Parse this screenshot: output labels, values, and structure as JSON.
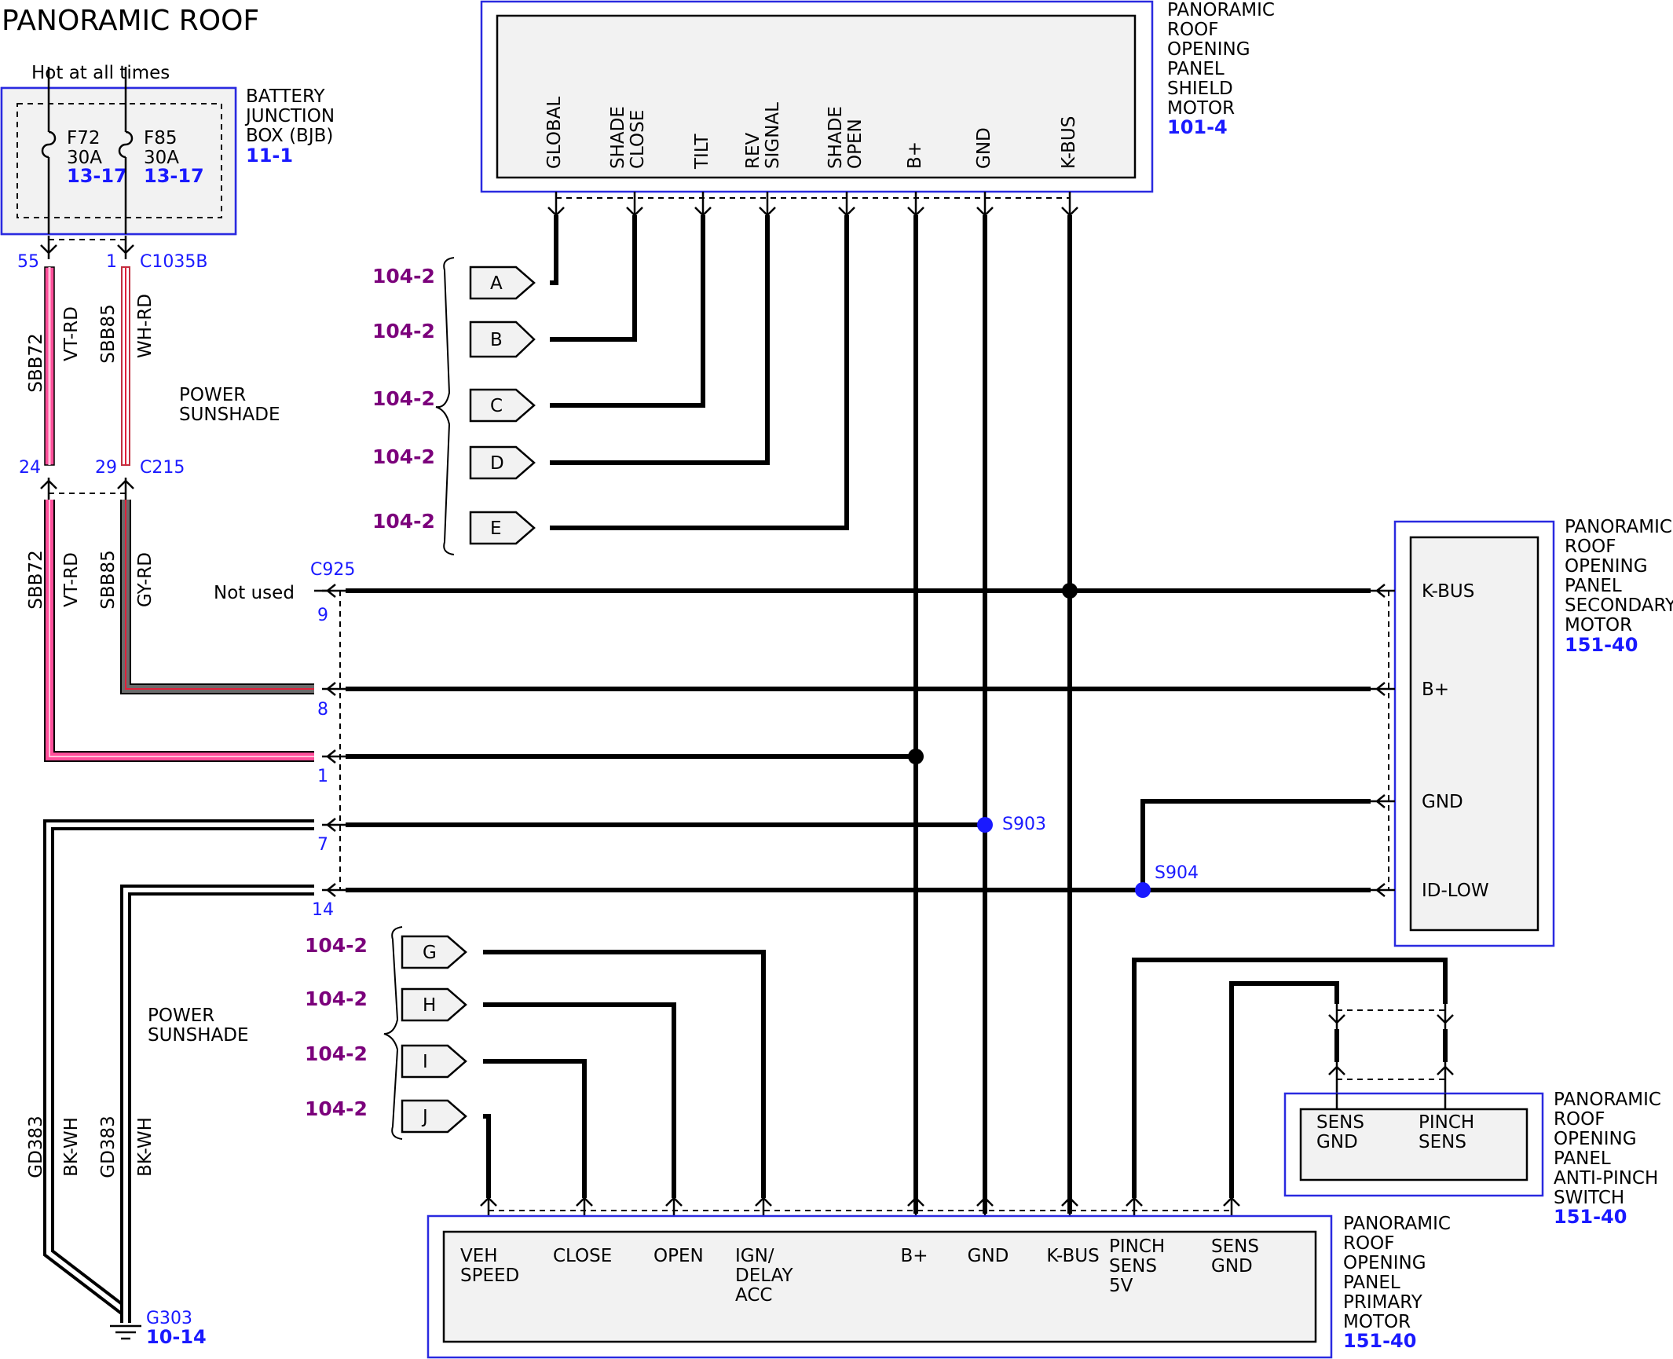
{
  "title": "PANORAMIC ROOF",
  "hot_label": "Hot at all times",
  "bjb": {
    "name_lines": [
      "BATTERY",
      "JUNCTION",
      "BOX (BJB)"
    ],
    "ref": "11-1",
    "fuses": [
      {
        "name": "F72",
        "amps": "30A",
        "ref": "13-17"
      },
      {
        "name": "F85",
        "amps": "30A",
        "ref": "13-17"
      }
    ]
  },
  "connectors": {
    "c1035b": {
      "name": "C1035B",
      "pins": [
        "55",
        "1"
      ]
    },
    "c215": {
      "name": "C215",
      "pins": [
        "24",
        "29"
      ]
    },
    "c925": {
      "name": "C925",
      "pins": [
        "9",
        "8",
        "1",
        "7",
        "14"
      ]
    }
  },
  "wires": {
    "upper": [
      {
        "circuit": "SBB72",
        "color": "VT-RD"
      },
      {
        "circuit": "SBB85",
        "color": "WH-RD"
      }
    ],
    "lower": [
      {
        "circuit": "SBB72",
        "color": "VT-RD"
      },
      {
        "circuit": "SBB85",
        "color": "GY-RD"
      }
    ],
    "ground": [
      {
        "circuit": "GD383",
        "color": "BK-WH"
      },
      {
        "circuit": "GD383",
        "color": "BK-WH"
      }
    ]
  },
  "power_sunshade_upper": [
    "POWER",
    "SUNSHADE"
  ],
  "power_sunshade_lower": [
    "POWER",
    "SUNSHADE"
  ],
  "not_used": "Not used",
  "shield_motor": {
    "name_lines": [
      "PANORAMIC",
      "ROOF",
      "OPENING",
      "PANEL",
      "SHIELD",
      "MOTOR"
    ],
    "ref": "101-4",
    "pins": [
      [
        "GLOBAL"
      ],
      [
        "SHADE",
        "CLOSE"
      ],
      [
        "TILT"
      ],
      [
        "REV",
        "SIGNAL"
      ],
      [
        "SHADE",
        "OPEN"
      ],
      [
        "B+"
      ],
      [
        "GND"
      ],
      [
        "K-BUS"
      ]
    ]
  },
  "secondary_motor": {
    "name_lines": [
      "PANORAMIC",
      "ROOF",
      "OPENING",
      "PANEL",
      "SECONDARY",
      "MOTOR"
    ],
    "ref": "151-40",
    "pins": [
      "K-BUS",
      "B+",
      "GND",
      "ID-LOW"
    ]
  },
  "anti_pinch": {
    "name_lines": [
      "PANORAMIC",
      "ROOF",
      "OPENING",
      "PANEL",
      "ANTI-PINCH",
      "SWITCH"
    ],
    "ref": "151-40",
    "pins": [
      [
        "SENS",
        "GND"
      ],
      [
        "PINCH",
        "SENS"
      ]
    ]
  },
  "primary_motor": {
    "name_lines": [
      "PANORAMIC",
      "ROOF",
      "OPENING",
      "PANEL",
      "PRIMARY",
      "MOTOR"
    ],
    "ref": "151-40",
    "pins": [
      [
        "VEH",
        "SPEED"
      ],
      [
        "CLOSE"
      ],
      [
        "OPEN"
      ],
      [
        "IGN/",
        "DELAY",
        "ACC"
      ],
      [
        "B+"
      ],
      [
        "GND"
      ],
      [
        "K-BUS"
      ],
      [
        "PINCH",
        "SENS",
        "5V"
      ],
      [
        "SENS",
        "GND"
      ]
    ]
  },
  "splices": {
    "s903": "S903",
    "s904": "S904"
  },
  "ground_point": {
    "name": "G303",
    "ref": "10-14"
  },
  "tags_upper": [
    {
      "letter": "A",
      "ref": "104-2"
    },
    {
      "letter": "B",
      "ref": "104-2"
    },
    {
      "letter": "C",
      "ref": "104-2"
    },
    {
      "letter": "D",
      "ref": "104-2"
    },
    {
      "letter": "E",
      "ref": "104-2"
    }
  ],
  "tags_lower": [
    {
      "letter": "G",
      "ref": "104-2"
    },
    {
      "letter": "H",
      "ref": "104-2"
    },
    {
      "letter": "I",
      "ref": "104-2"
    },
    {
      "letter": "J",
      "ref": "104-2"
    }
  ],
  "colors": {
    "accent_blue": "#1a1aff",
    "ref_purple": "#7b007b",
    "box_fill": "#f2f2f2",
    "box_border": "#2a2ae0",
    "vt_rd": "#ff4f9a"
  }
}
